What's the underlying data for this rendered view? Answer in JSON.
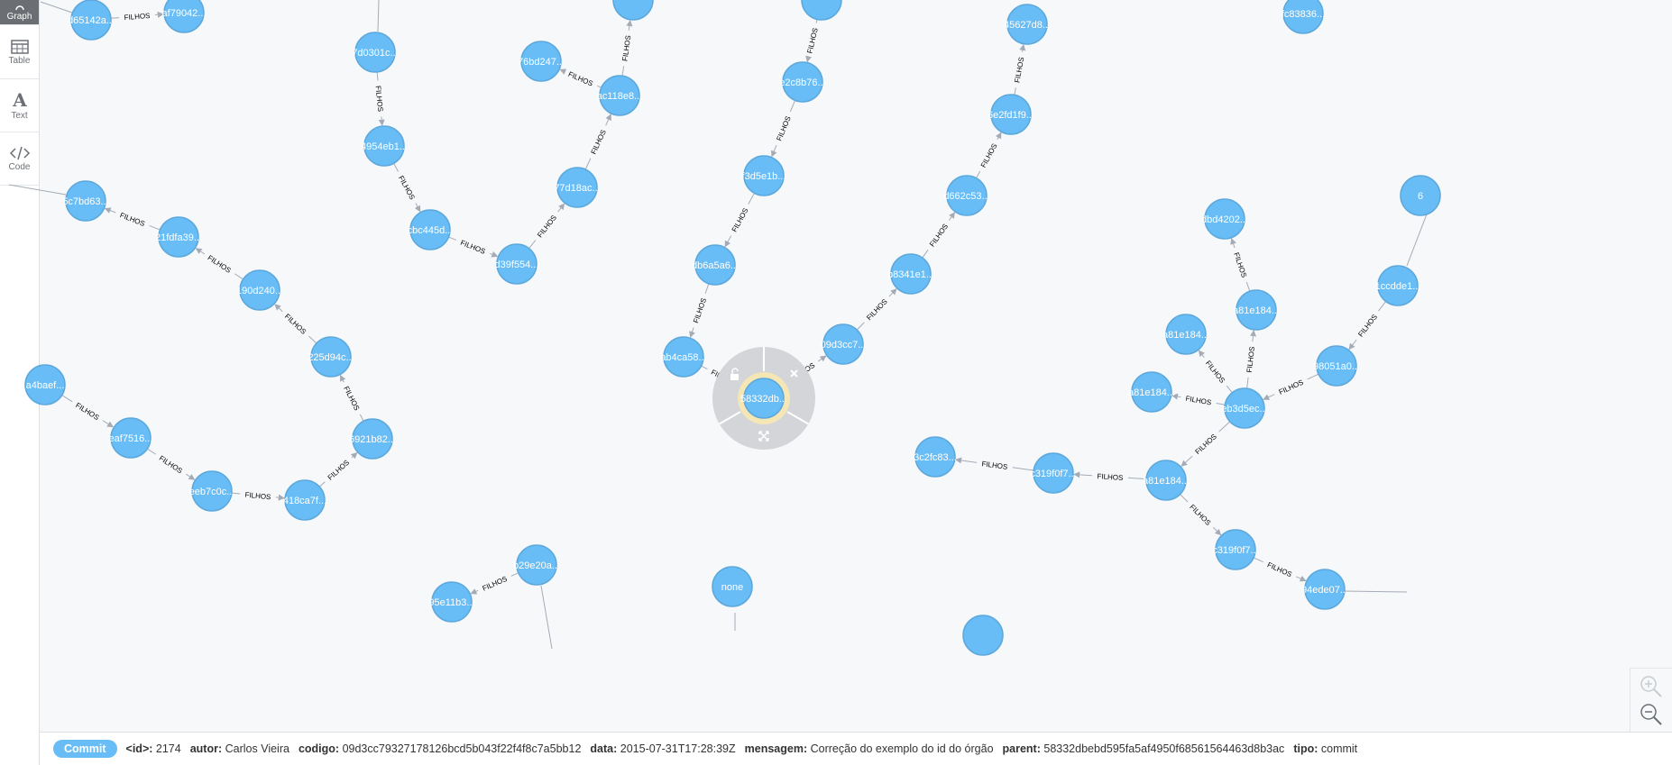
{
  "sidebar": {
    "items": [
      {
        "label": "Graph",
        "icon": "graph-icon",
        "active": true
      },
      {
        "label": "Table",
        "icon": "table-icon"
      },
      {
        "label": "Text",
        "icon": "text-icon"
      },
      {
        "label": "Code",
        "icon": "code-icon"
      }
    ]
  },
  "graph": {
    "relationship_label": "FILHOS",
    "colors": {
      "node_fill": "#68bdf6",
      "node_stroke": "#5ca8db",
      "edge": "#a5abb6",
      "ring": "#f5e6b6",
      "menu": "#d3d5d8"
    },
    "nodes": [
      {
        "id": "d65142a...",
        "label": "d65142a..."
      },
      {
        "id": "af79042...",
        "label": "af79042..."
      },
      {
        "id": "7d0301c...",
        "label": "7d0301c..."
      },
      {
        "id": "4954eb1...",
        "label": "4954eb1..."
      },
      {
        "id": "cbc445d...",
        "label": "cbc445d..."
      },
      {
        "id": "d39f554...",
        "label": "d39f554..."
      },
      {
        "id": "77d18ac...",
        "label": "77d18ac..."
      },
      {
        "id": "ac118e8...",
        "label": "ac118e8..."
      },
      {
        "id": "76bd247...",
        "label": "76bd247..."
      },
      {
        "id": "e2c8b76...",
        "label": "e2c8b76..."
      },
      {
        "id": "f3d5e1b...",
        "label": "f3d5e1b..."
      },
      {
        "id": "db6a5a6...",
        "label": "db6a5a6..."
      },
      {
        "id": "ab4ca58...",
        "label": "ab4ca58..."
      },
      {
        "id": "58332db...",
        "label": "58332db..."
      },
      {
        "id": "09d3cc7...",
        "label": "09d3cc7..."
      },
      {
        "id": "b8341e1...",
        "label": "b8341e1..."
      },
      {
        "id": "d662c53...",
        "label": "d662c53..."
      },
      {
        "id": "6e2fd1f9...",
        "label": "6e2fd1f9..."
      },
      {
        "id": "45627d8...",
        "label": "45627d8..."
      },
      {
        "id": "fc83836...",
        "label": "fc83836..."
      },
      {
        "id": "5c7bd63...",
        "label": "5c7bd63..."
      },
      {
        "id": "21fdfa39...",
        "label": "21fdfa39..."
      },
      {
        "id": "190d240...",
        "label": "190d240..."
      },
      {
        "id": "225d94c...",
        "label": "225d94c..."
      },
      {
        "id": "6921b82...",
        "label": "6921b82..."
      },
      {
        "id": "418ca7f...",
        "label": "418ca7f..."
      },
      {
        "id": "eeb7c0c...",
        "label": "eeb7c0c..."
      },
      {
        "id": "eaf7516...",
        "label": "eaf7516..."
      },
      {
        "id": "a4baef...",
        "label": "a4baef..."
      },
      {
        "id": "dbd4202...",
        "label": "dbd4202..."
      },
      {
        "id": "a81e184-1",
        "label": "a81e184..."
      },
      {
        "id": "a81e184-2",
        "label": "a81e184..."
      },
      {
        "id": "a81e184-3",
        "label": "a81e184..."
      },
      {
        "id": "eb3d5ec...",
        "label": "eb3d5ec..."
      },
      {
        "id": "98051a0...",
        "label": "98051a0..."
      },
      {
        "id": "1ccdde1...",
        "label": "1ccdde1..."
      },
      {
        "id": "a81e184-4",
        "label": "a81e184..."
      },
      {
        "id": "c319f0f7-1",
        "label": "c319f0f7..."
      },
      {
        "id": "3c2fc83...",
        "label": "3c2fc83..."
      },
      {
        "id": "c319f0f7-2",
        "label": "c319f0f7..."
      },
      {
        "id": "94ede07...",
        "label": "94ede07..."
      },
      {
        "id": "b29e20a...",
        "label": "b29e20a..."
      },
      {
        "id": "95e11b3...",
        "label": "95e11b3..."
      },
      {
        "id": "none",
        "label": "none"
      },
      {
        "id": "top1",
        "label": ""
      },
      {
        "id": "top2",
        "label": ""
      },
      {
        "id": "edge-r",
        "label": "6"
      },
      {
        "id": "bot-r",
        "label": ""
      }
    ],
    "selected_node": "58332db..."
  },
  "status": {
    "label": "Commit",
    "props": [
      {
        "key": "<id>:",
        "value": "2174"
      },
      {
        "key": "autor:",
        "value": "Carlos Vieira"
      },
      {
        "key": "codigo:",
        "value": "09d3cc79327178126bcd5b043f22f4f8c7a5bb12"
      },
      {
        "key": "data:",
        "value": "2015-07-31T17:28:39Z"
      },
      {
        "key": "mensagem:",
        "value": "Correção do exemplo do id do órgão"
      },
      {
        "key": "parent:",
        "value": "58332dbebd595fa5af4950f68561564463d8b3ac"
      },
      {
        "key": "tipo:",
        "value": "commit"
      }
    ]
  }
}
